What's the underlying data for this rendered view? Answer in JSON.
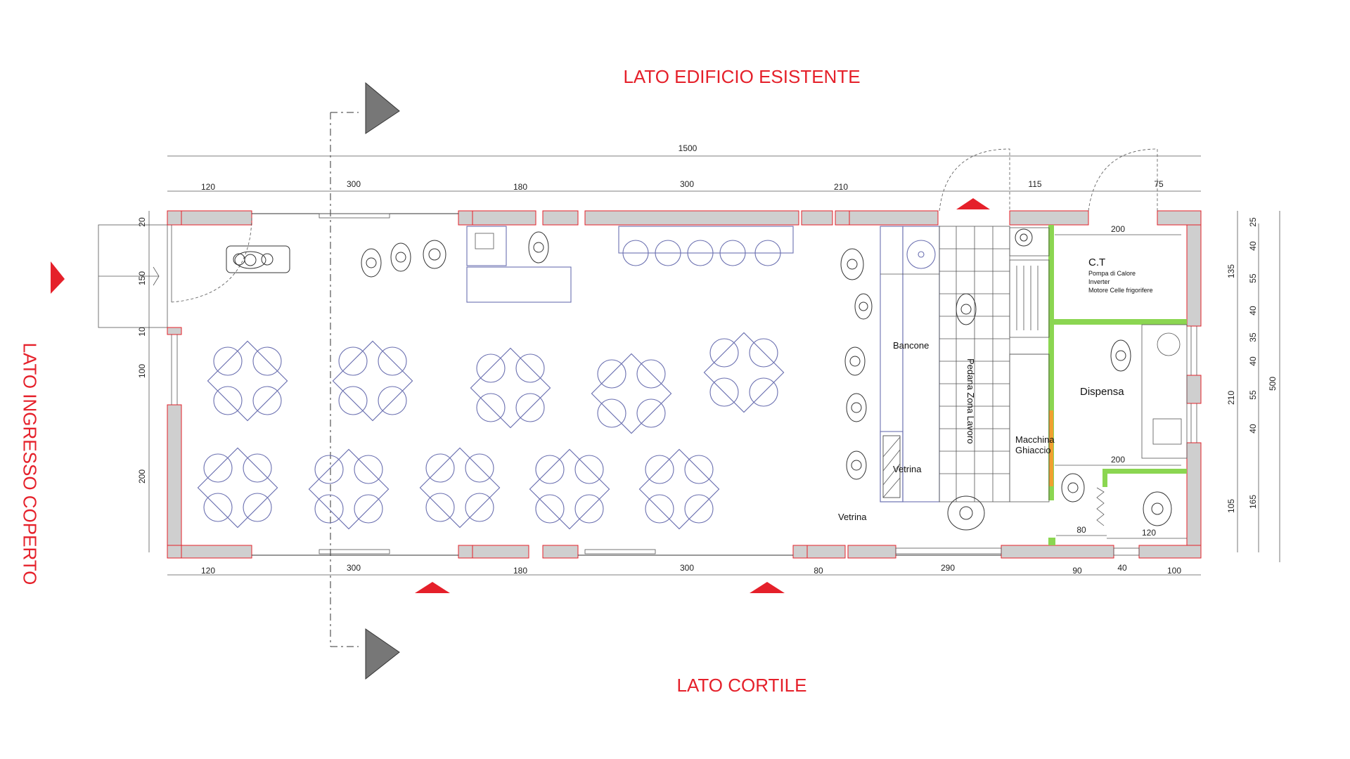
{
  "side_labels": {
    "top": "LATO EDIFICIO ESISTENTE",
    "bottom": "LATO CORTILE",
    "left": "LATO INGRESSO COPERTO"
  },
  "dimensions": {
    "overall": "1500",
    "top": [
      "120",
      "300",
      "180",
      "300",
      "210",
      "115",
      "75"
    ],
    "bottom": [
      "120",
      "300",
      "180",
      "300",
      "80",
      "290",
      "90",
      "40",
      "100"
    ],
    "left": [
      "20",
      "150",
      "10",
      "100",
      "200"
    ],
    "right_inner": [
      "25",
      "40",
      "55",
      "40",
      "35",
      "40",
      "55",
      "40"
    ],
    "right_mid": [
      "135",
      "210",
      "105",
      "165"
    ],
    "right_total": "500",
    "rooms": [
      "200",
      "200",
      "80",
      "120"
    ]
  },
  "rooms": {
    "bancone": "Bancone",
    "pedana": "Pedana Zona Lavoro",
    "vetrina_counter": "Vetrina",
    "vetrina_floor": "Vetrina",
    "macchina": "Macchina\nGhiaccio",
    "ct_title": "C.T",
    "ct_items": [
      "Pompa di Calore",
      "Inverter",
      "Motore Celle frigorifere"
    ],
    "dispensa": "Dispensa"
  },
  "colors": {
    "accent": "#e5202a",
    "partition": "#8bd651",
    "furniture": "#6a6fb0"
  }
}
